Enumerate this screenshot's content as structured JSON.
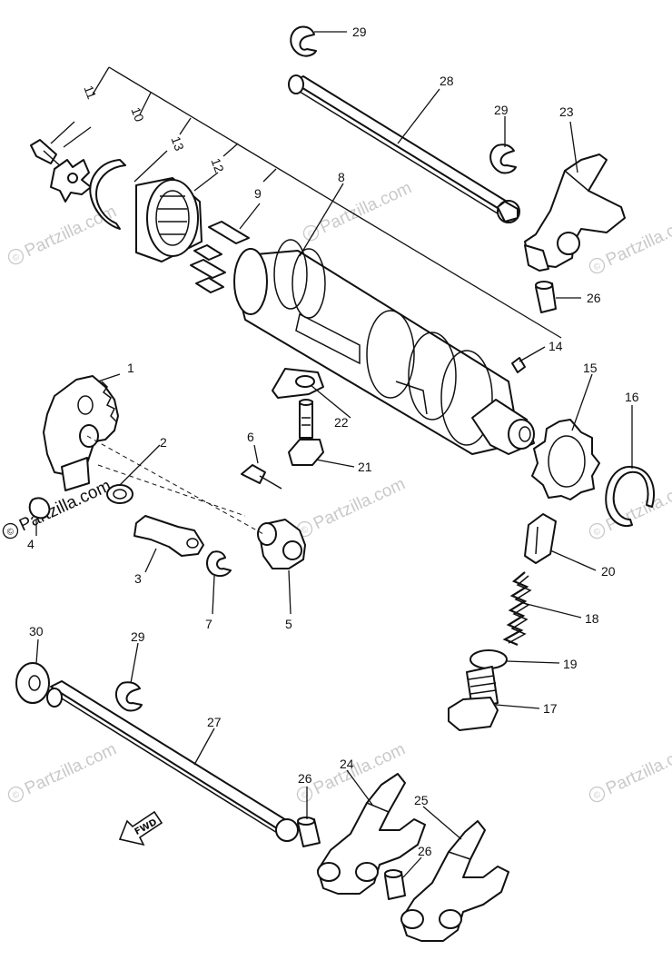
{
  "diagram": {
    "watermark_text": "Partzilla.com",
    "watermark_symbol": "©",
    "direction_label": "FWD",
    "callouts": [
      "1",
      "2",
      "3",
      "4",
      "5",
      "6",
      "7",
      "8",
      "9",
      "10",
      "11",
      "12",
      "13",
      "14",
      "15",
      "16",
      "17",
      "18",
      "19",
      "20",
      "21",
      "22",
      "23",
      "24",
      "25",
      "26",
      "26",
      "26",
      "27",
      "28",
      "29",
      "29",
      "29",
      "30"
    ]
  }
}
